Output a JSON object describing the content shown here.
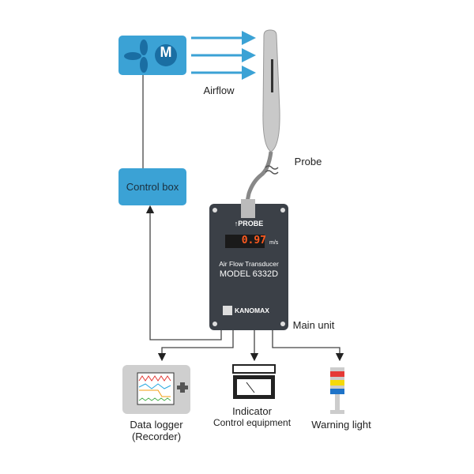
{
  "fan": {
    "letter": "M",
    "color": "#3ba2d5"
  },
  "labels": {
    "airflow": "Airflow",
    "probe": "Probe",
    "control_box": "Control box",
    "main_unit": "Main unit",
    "data_logger": "Data logger",
    "recorder": "(Recorder)",
    "indicator": "Indicator",
    "control_equipment": "Control equipment",
    "warning_light": "Warning light"
  },
  "device": {
    "probe_label": "↑PROBE",
    "display_value": "0.97",
    "unit": "m/s",
    "name": "Air Flow Transducer",
    "model": "MODEL 6332D",
    "brand": "KANOMAX"
  },
  "warning_light_colors": [
    "#e53935",
    "#f5d90a",
    "#1e73c8"
  ]
}
